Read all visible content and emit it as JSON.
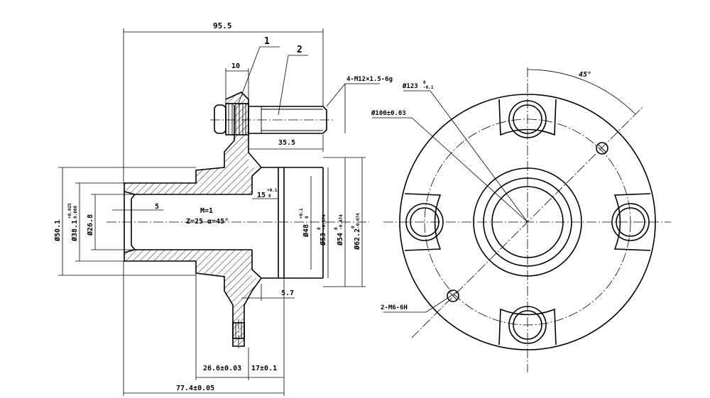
{
  "side_view": {
    "labels": {
      "overall_length": "95.5",
      "part_1": "1",
      "part_2": "2",
      "flange_thickness": "10",
      "stud_thread": "4-M12×1.5-6g",
      "stud_length": "35.5",
      "spline_module": "M=1",
      "spline_teeth": "Z=25 α=45°",
      "recess_depth": "5",
      "counterbore_depth": "15",
      "counterbore_tol": "+0.1",
      "counterbore_tol_low": "0",
      "dia_outer": "Ø50.1",
      "dia_spline": "Ø38.1",
      "dia_spline_tol_hi": "+0.025",
      "dia_spline_tol_lo": "0.000",
      "dia_bore": "Ø26.8",
      "dia_48": "Ø48",
      "dia_48_tol": "+0.1",
      "dia_48_tol_low": "0",
      "dia_53": "Ø53",
      "dia_53_tol": "0",
      "dia_53_tol_low": "-0.074",
      "dia_54": "Ø54",
      "dia_54_tol": "0",
      "dia_54_tol_low": "-0.074",
      "dia_62": "Ø62.2",
      "dia_62_tol": "0",
      "dia_62_tol_low": "-0.074",
      "pilot_len": "5.7",
      "hub_len": "26.6±0.03",
      "pilot_step": "17±0.1",
      "total_len": "77.4±0.05"
    }
  },
  "front_view": {
    "labels": {
      "angle": "45°",
      "pcd": "Ø100±0.03",
      "outer_dia": "Ø123",
      "outer_tol": "0",
      "outer_tol_low": "-0.1",
      "tapped_holes": "2-M6-6H"
    }
  }
}
